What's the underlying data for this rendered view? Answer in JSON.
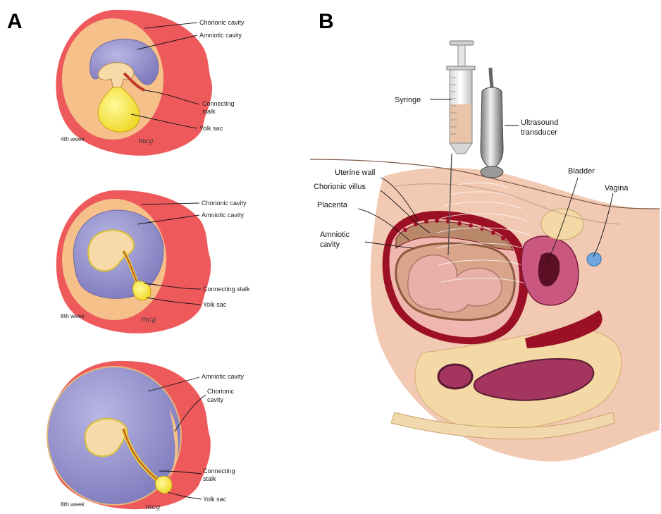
{
  "panels": {
    "a": {
      "letter": "A",
      "stages": [
        {
          "week": "4th week",
          "signature": "mcg",
          "labels": [
            "Chorionic cavity",
            "Amniotic cavity",
            "Connecting",
            "stalk",
            "Yolk sac"
          ]
        },
        {
          "week": "6th week",
          "signature": "mcg",
          "labels": [
            "Chorionic cavity",
            "Amniotic cavity",
            "Connecting stalk",
            "Yolk sac"
          ]
        },
        {
          "week": "8th week",
          "signature": "mcg",
          "labels": [
            "Amniotic cavity",
            "Chorionic",
            "cavity",
            "Connecting",
            "stalk",
            "Yolk sac"
          ]
        }
      ]
    },
    "b": {
      "letter": "B",
      "labels": {
        "syringe": "Syringe",
        "ultrasound_1": "Ultrasound",
        "ultrasound_2": "transducer",
        "uterine_wall": "Uterine wall",
        "chorionic_villus": "Chorionic villus",
        "placenta": "Placenta",
        "amniotic_1": "Amniotic",
        "amniotic_2": "cavity",
        "bladder": "Bladder",
        "vagina": "Vagina"
      }
    }
  },
  "colors": {
    "chorion_red": "#ee5a5c",
    "chorionic_cavity": "#f5c08a",
    "amnion_purple": "#8f8cc9",
    "yolk_yellow": "#f4e64a",
    "embryo_skin": "#f8d9a8",
    "uterus_dark": "#9b1024",
    "fetus_skin": "#e8b0a8",
    "bladder_pink": "#c9577f",
    "skin": "#f2c9b3"
  }
}
